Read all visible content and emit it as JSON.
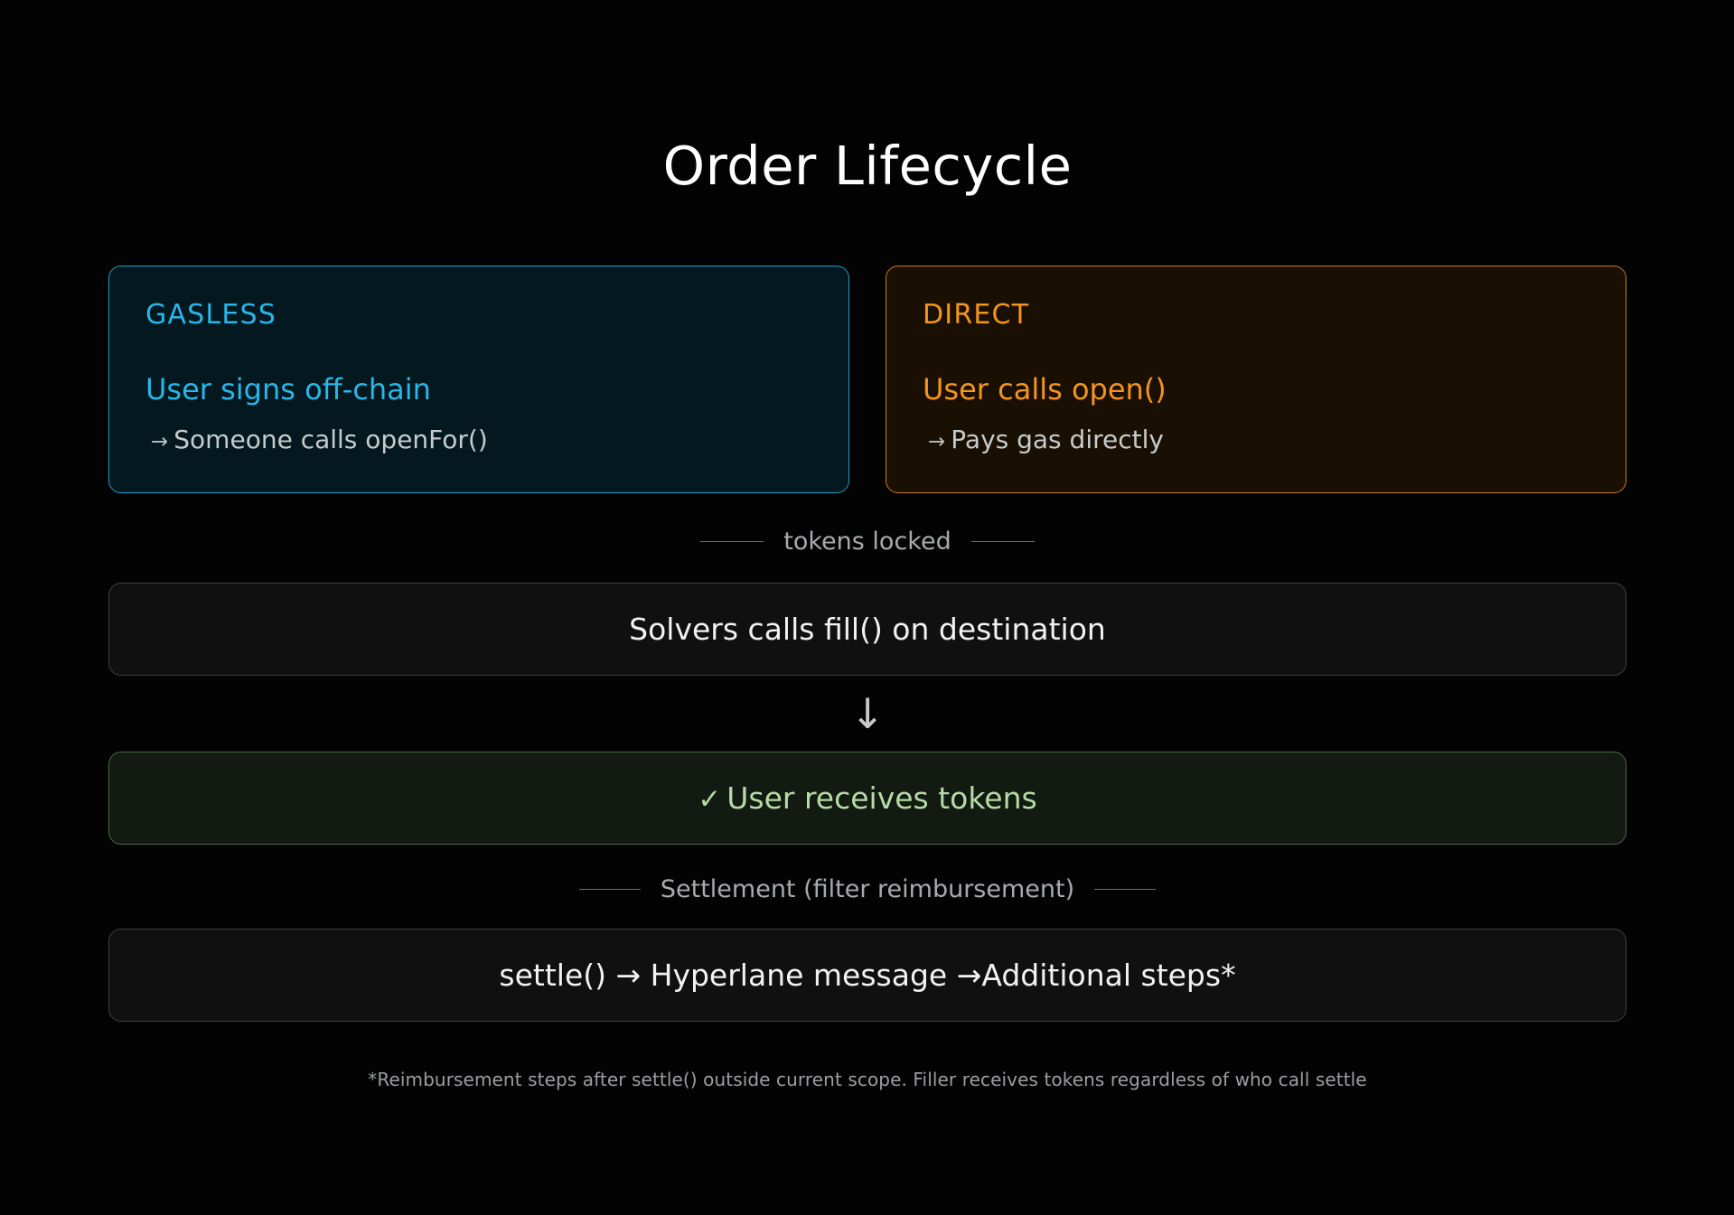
{
  "page": {
    "title": "Order Lifecycle",
    "background_color": "#000000"
  },
  "cards": {
    "gasless": {
      "kicker": "GASLESS",
      "line1": "User signs off-chain",
      "arrow": "→",
      "line2": "Someone calls openFor()",
      "accent_color": "#29b6e8",
      "background_color": "#03181f"
    },
    "direct": {
      "kicker": "DIRECT",
      "line1": "User calls open()",
      "arrow": "→",
      "line2": "Pays gas directly",
      "accent_color": "#f5951b",
      "background_color": "#1a0f03"
    }
  },
  "dividers": {
    "tokens_locked": "tokens locked",
    "settlement": "Settlement (filter reimbursement)"
  },
  "steps": {
    "fill": {
      "label": "Solvers calls fill() on destination"
    },
    "flow_arrow": "↓",
    "receive": {
      "check": "✓",
      "label": "User receives tokens",
      "accent_color": "#b6dba6"
    },
    "settle": {
      "label": "settle() → Hyperlane message →Additional steps*"
    }
  },
  "footnote": "*Reimbursement steps after settle() outside current scope. Filler receives tokens regardless of who call settle"
}
